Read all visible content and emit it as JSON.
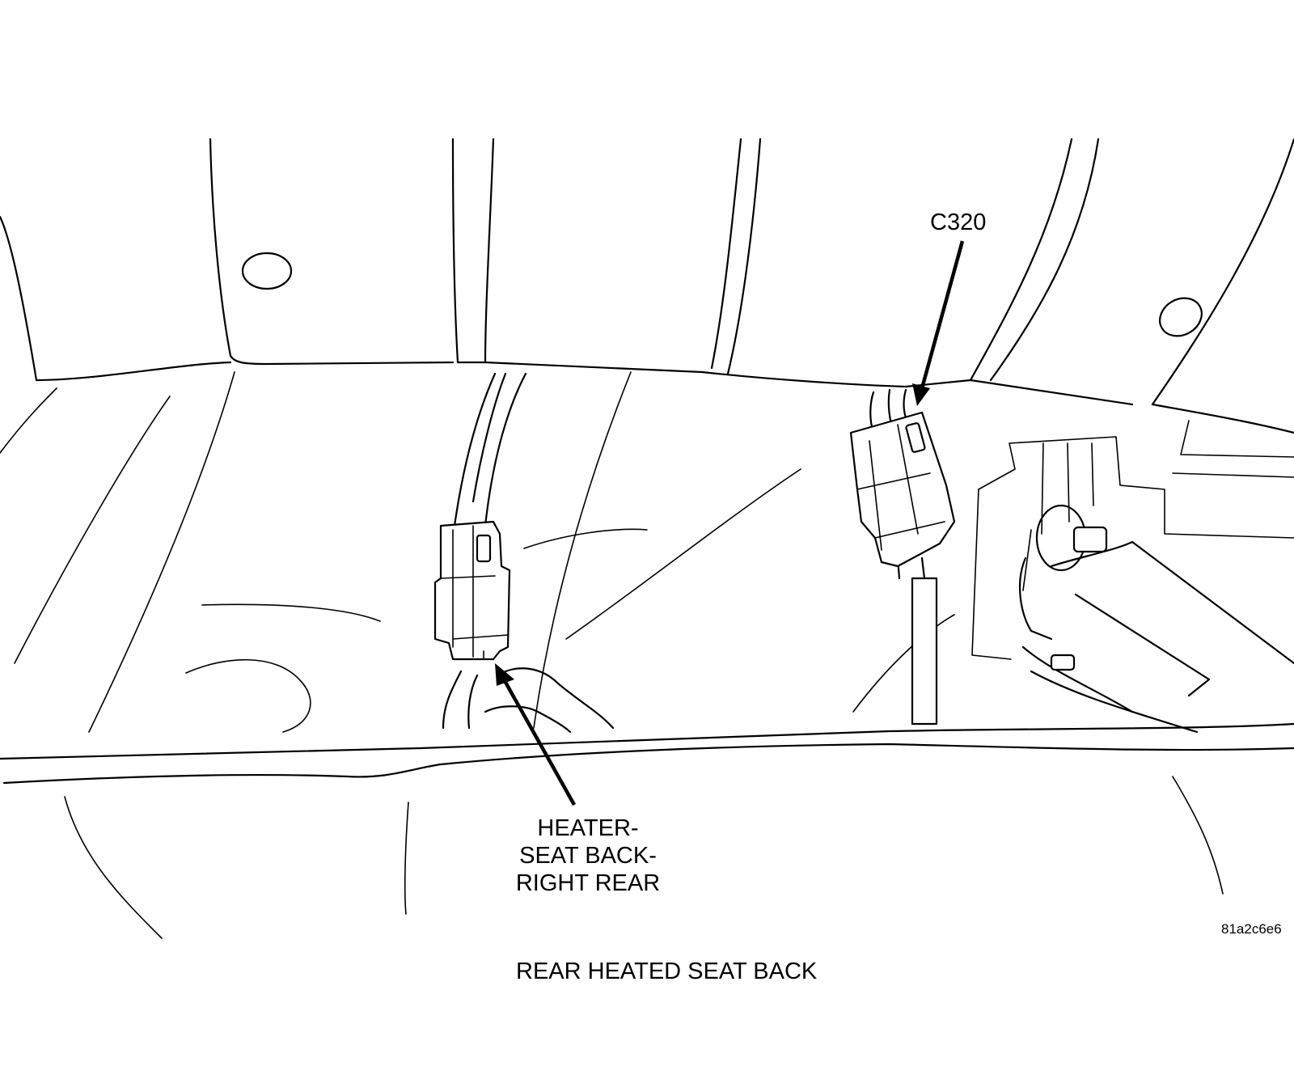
{
  "labels": {
    "c320": "C320",
    "heater_line1": "HEATER-",
    "heater_line2": "SEAT BACK-",
    "heater_line3": "RIGHT REAR"
  },
  "reference_code": "81a2c6e6",
  "caption": "REAR HEATED SEAT BACK"
}
